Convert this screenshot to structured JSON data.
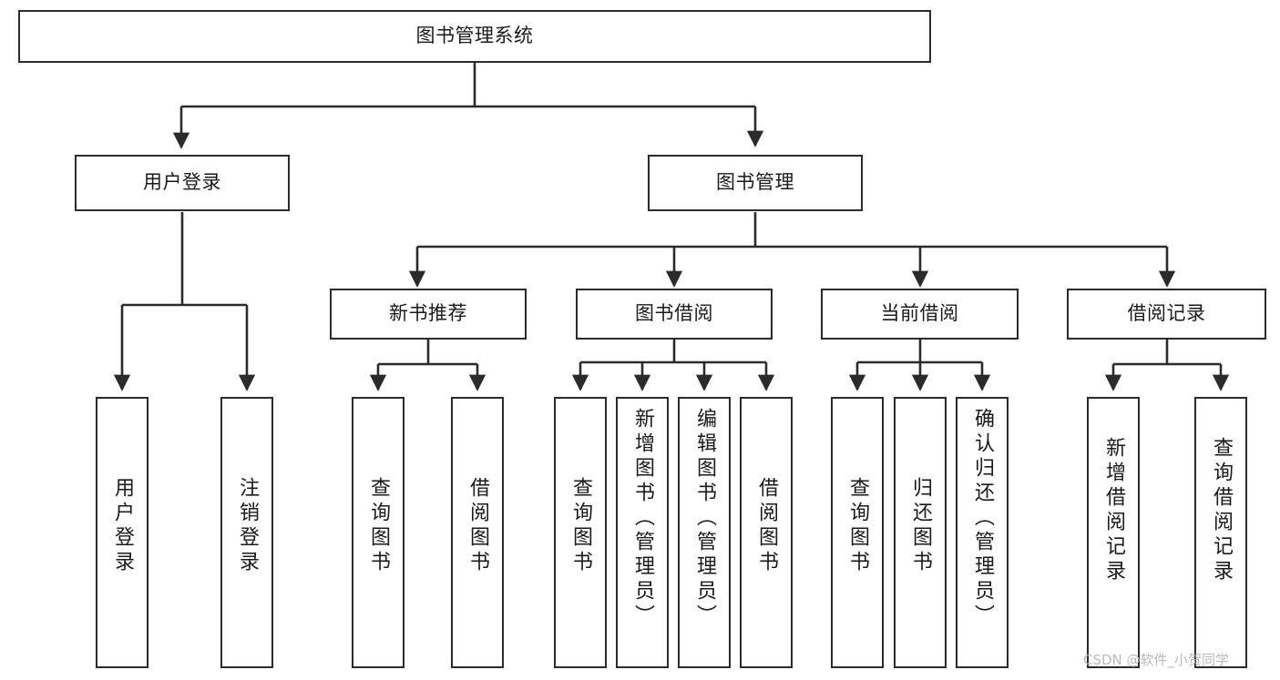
{
  "diagram": {
    "title": "图书管理系统",
    "colors": {
      "box_border": "#2b2b2b",
      "line": "#2b2b2b",
      "background": "#ffffff",
      "watermark": "#b9b9b9"
    },
    "root": {
      "label": "图书管理系统"
    },
    "level1": [
      {
        "id": "user-login",
        "label": "用户登录"
      },
      {
        "id": "book-management",
        "label": "图书管理"
      }
    ],
    "level2": [
      {
        "id": "new-book-recommend",
        "label": "新书推荐"
      },
      {
        "id": "book-borrow",
        "label": "图书借阅"
      },
      {
        "id": "current-borrow",
        "label": "当前借阅"
      },
      {
        "id": "borrow-record",
        "label": "借阅记录"
      }
    ],
    "leaves": {
      "user_login": [
        {
          "id": "leaf-user-login",
          "label": "用户登录"
        },
        {
          "id": "leaf-logout-login",
          "label": "注销登录"
        }
      ],
      "new_book_recommend": [
        {
          "id": "leaf-query-book-1",
          "label": "查询图书"
        },
        {
          "id": "leaf-borrow-book-1",
          "label": "借阅图书"
        }
      ],
      "book_borrow": [
        {
          "id": "leaf-query-book-2",
          "label": "查询图书"
        },
        {
          "id": "leaf-add-book",
          "label": "新增图书（管理员）"
        },
        {
          "id": "leaf-edit-book",
          "label": "编辑图书（管理员）"
        },
        {
          "id": "leaf-borrow-book-2",
          "label": "借阅图书"
        }
      ],
      "current_borrow": [
        {
          "id": "leaf-query-book-3",
          "label": "查询图书"
        },
        {
          "id": "leaf-return-book",
          "label": "归还图书"
        },
        {
          "id": "leaf-confirm-return",
          "label": "确认归还（管理员）"
        }
      ],
      "borrow_record": [
        {
          "id": "leaf-add-record",
          "label": "新增借阅记录"
        },
        {
          "id": "leaf-query-record",
          "label": "查询借阅记录"
        }
      ]
    },
    "watermark": "CSDN @软件_小贺同学"
  }
}
